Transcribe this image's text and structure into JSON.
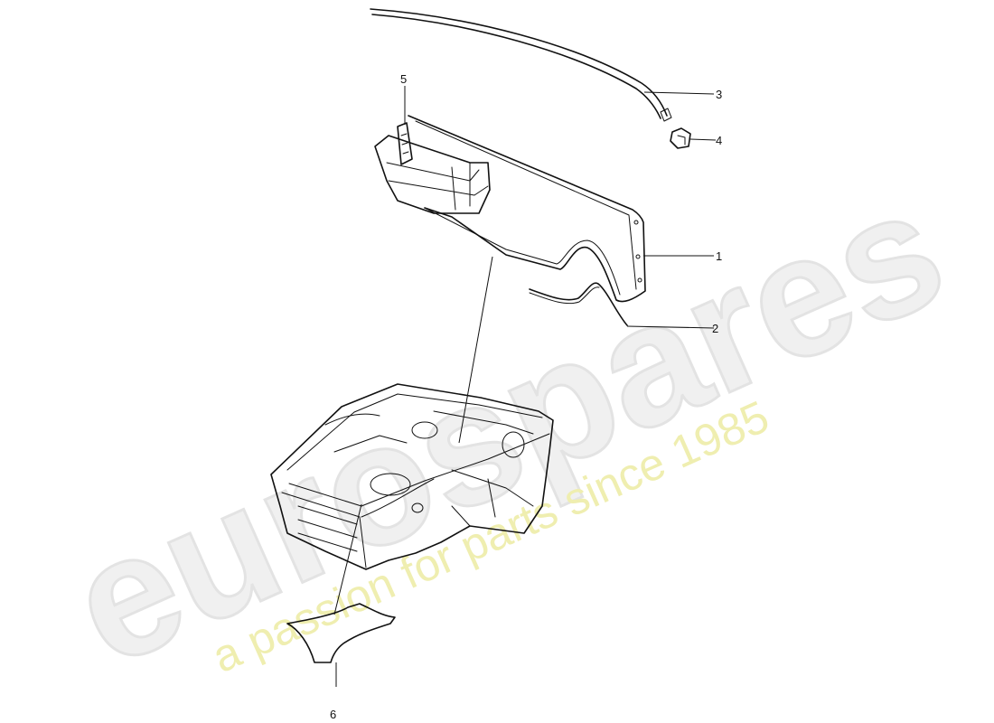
{
  "watermark": {
    "brand": "eurospares",
    "tagline": "a passion for parts since 1985",
    "brand_color": "#e8e8e8",
    "tagline_color": "#efeeb0"
  },
  "callouts": [
    {
      "id": "1",
      "label": "1"
    },
    {
      "id": "2",
      "label": "2"
    },
    {
      "id": "3",
      "label": "3"
    },
    {
      "id": "4",
      "label": "4"
    },
    {
      "id": "5",
      "label": "5"
    },
    {
      "id": "6",
      "label": "6"
    }
  ]
}
